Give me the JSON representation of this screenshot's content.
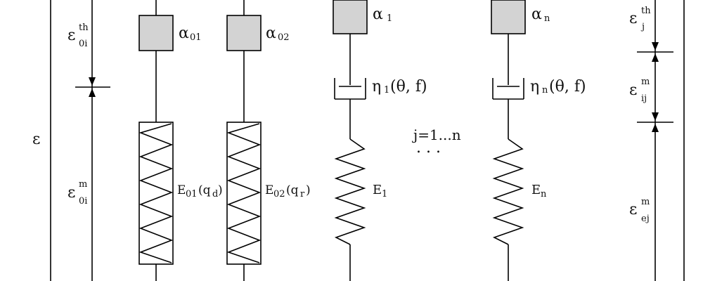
{
  "diagram": {
    "total_strain": "ε",
    "left_thermal": {
      "base": "ε",
      "sup": "th",
      "sub": "0i"
    },
    "left_mechanical": {
      "base": "ε",
      "sup": "m",
      "sub": "0i"
    },
    "right_thermal": {
      "base": "ε",
      "sup": "th",
      "sub": "j"
    },
    "right_mech_ij": {
      "base": "ε",
      "sup": "m",
      "sub": "ij"
    },
    "right_mech_ej": {
      "base": "ε",
      "sup": "m",
      "sub": "ej"
    },
    "alpha01": {
      "base": "α",
      "sub": "01"
    },
    "alpha02": {
      "base": "α",
      "sub": "02"
    },
    "alpha1": {
      "base": "α",
      "sub": "1"
    },
    "alphan": {
      "base": "α",
      "sub": "n"
    },
    "eta1": {
      "base": "η",
      "sub": "1",
      "args": "(θ, f)"
    },
    "etan": {
      "base": "η",
      "sub": "n",
      "args": "(θ, f)"
    },
    "e01": {
      "base": "E",
      "sub": "01",
      "args": "(q",
      "argsub": "d",
      "close": ")"
    },
    "e02": {
      "base": "E",
      "sub": "02",
      "args": "(q",
      "argsub": "r",
      "close": ")"
    },
    "e1": {
      "base": "E",
      "sub": "1"
    },
    "en": {
      "base": "E",
      "sub": "n"
    },
    "index_range": "j=1...n",
    "ellipsis": ".   .   ."
  },
  "colors": {
    "block_fill": "#d3d3d3",
    "line": "#000000"
  }
}
